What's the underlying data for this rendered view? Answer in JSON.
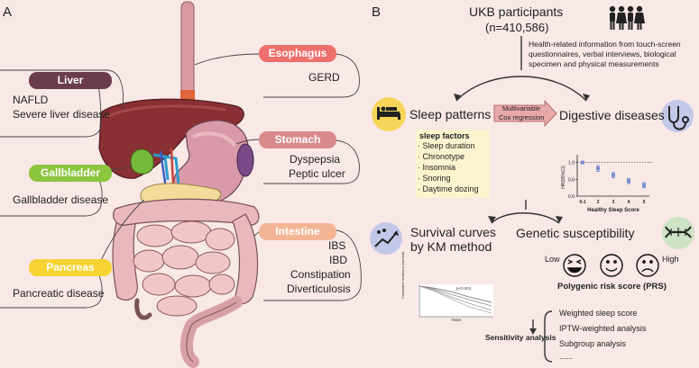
{
  "panel_a": {
    "letter": "A",
    "organs": {
      "liver": {
        "label": "Liver",
        "diseases": [
          "NAFLD",
          "Severe liver disease"
        ],
        "color": "#6b3c4b"
      },
      "gallbladder": {
        "label": "Gallbladder",
        "diseases": [
          "Gallbladder disease"
        ],
        "color": "#8cc63f"
      },
      "pancreas": {
        "label": "Pancreas",
        "diseases": [
          "Pancreatic disease"
        ],
        "color": "#f7d333"
      },
      "esophagus": {
        "label": "Esophagus",
        "diseases": [
          "GERD"
        ],
        "color": "#ef6f6c"
      },
      "stomach": {
        "label": "Stomach",
        "diseases": [
          "Dyspepsia",
          "Peptic ulcer"
        ],
        "color": "#d88a8a"
      },
      "intestine": {
        "label": "Intestine",
        "diseases": [
          "IBS",
          "IBD",
          "Constipation",
          "Diverticulosis"
        ],
        "color": "#f4b595"
      }
    }
  },
  "panel_b": {
    "letter": "B",
    "participants": {
      "title": "UKB participants",
      "count": "(n=410,586)"
    },
    "health_info": [
      "Health-related information from touch-screen",
      "questionnaires, verbal interviews, biological",
      "specimen and physical measurements"
    ],
    "sleep_patterns": "Sleep patterns",
    "digestive_diseases": "Digestive diseases",
    "arrow_box": [
      "Multivariable",
      "Cox regression"
    ],
    "sleep_factors": {
      "title": "sleep factors",
      "items": [
        "· Sleep duration",
        "· Chronotype",
        "· Insomnia",
        "· Snoring",
        "· Daytime dozing"
      ]
    },
    "survival": [
      "Survival curves",
      "by KM method"
    ],
    "genetic": "Genetic susceptibility",
    "prs": {
      "low": "Low",
      "high": "High",
      "label": "Polygenic risk score (PRS)"
    },
    "sensitivity": {
      "title": "Sensitivity analysis",
      "items": [
        "Weighted sleep score",
        "IPTW-weighted analysis",
        "Subgroup analysis",
        "......"
      ]
    },
    "km_chart": {
      "pvalue": "p<0.001",
      "ylabel": "Cumulative incidence (survival)",
      "xlabel": "Years"
    }
  },
  "chart_data": {
    "type": "scatter",
    "categories": [
      "0-1",
      "2",
      "3",
      "4",
      "5"
    ],
    "values": [
      1.0,
      0.93,
      0.85,
      0.78,
      0.73
    ],
    "errors": [
      0.0,
      0.035,
      0.03,
      0.03,
      0.03
    ],
    "xlabel": "Healthy Sleep Score",
    "ylabel": "HR(95%CI)",
    "yticks": [
      "1.0",
      "0.8",
      "0.6"
    ],
    "ylim": [
      0.6,
      1.05
    ],
    "reference_line": 1.0,
    "color": "#7a8fcf"
  }
}
